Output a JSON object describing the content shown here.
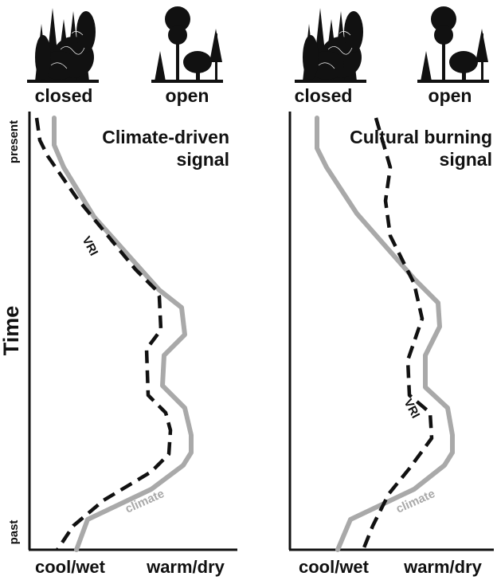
{
  "y_axis": {
    "title": "Time",
    "tick_top": "present",
    "tick_bottom": "past"
  },
  "panels": [
    {
      "top_left": "closed",
      "top_right": "open",
      "title_line1": "Climate-driven",
      "title_line2": "signal",
      "x_left": "cool/wet",
      "x_right": "warm/dry",
      "vri_label": "VRI",
      "climate_label": "climate"
    },
    {
      "top_left": "closed",
      "top_right": "open",
      "title_line1": "Cultural burning",
      "title_line2": "signal",
      "x_left": "cool/wet",
      "x_right": "warm/dry",
      "vri_label": "VRI",
      "climate_label": "climate"
    }
  ],
  "colors": {
    "vri_line": "#111111",
    "climate_line": "#a9a9a9",
    "axis": "#111111"
  },
  "icons": {
    "closed_forest": "dense-conifer-trees-icon",
    "open_forest": "sparse-trees-icon"
  }
}
